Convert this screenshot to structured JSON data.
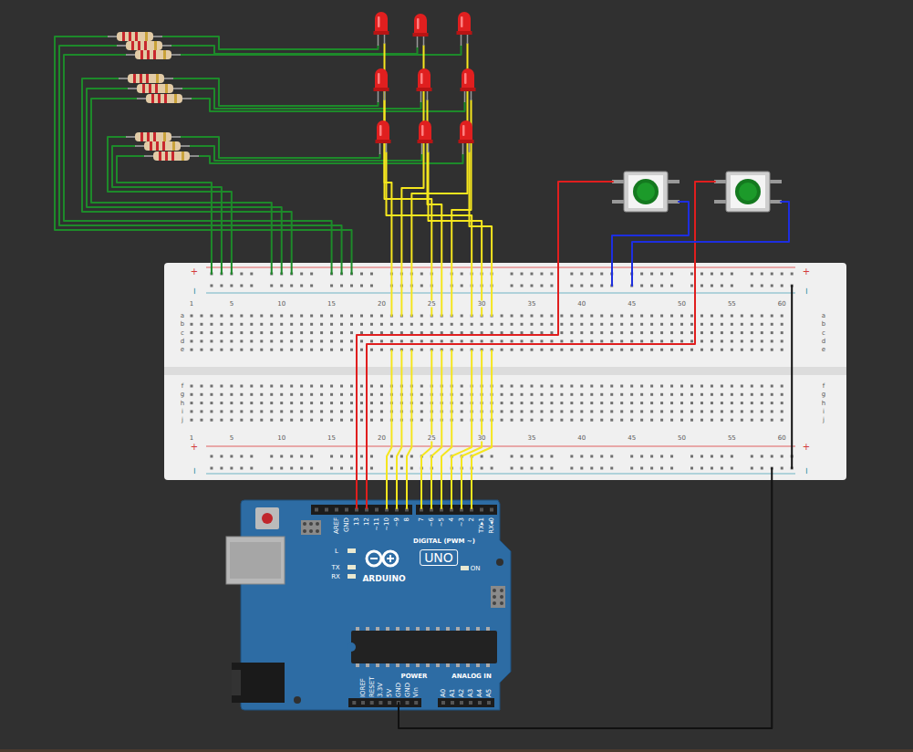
{
  "diagram": {
    "labels": [
      "1",
      "5",
      "10",
      "15",
      "20",
      "25",
      "30",
      "35",
      "40",
      "45",
      "50",
      "55",
      "60",
      "a",
      "b",
      "c",
      "d",
      "e",
      "a",
      "b",
      "c",
      "d",
      "e",
      "f",
      "g",
      "h",
      "i",
      "j",
      "f",
      "g",
      "h",
      "i",
      "j",
      "1",
      "5",
      "10",
      "15",
      "20",
      "25",
      "30",
      "35",
      "40",
      "45",
      "50",
      "55",
      "60",
      "+",
      "−",
      "+",
      "−",
      "+",
      "−",
      "+",
      "−",
      "AREF",
      "GND",
      "13",
      "12",
      "~11",
      "~10",
      "~9",
      "8",
      "7",
      "~6",
      "~5",
      "4",
      "~3",
      "2",
      "TX▸1",
      "RX◂0",
      "DIGITAL (PWM ~)",
      "L",
      "TX",
      "RX",
      "ON",
      "UNO",
      "ARDUINO",
      "IOREF",
      "RESET",
      "3.3V",
      "5V",
      "GND",
      "GND",
      "Vin",
      "A0",
      "A1",
      "A2",
      "A3",
      "A4",
      "A5",
      "POWER",
      "ANALOG IN"
    ]
  }
}
